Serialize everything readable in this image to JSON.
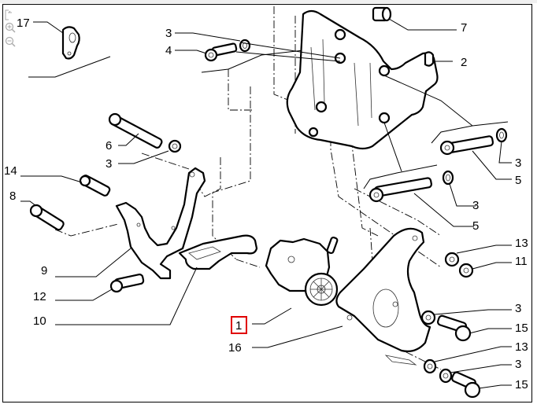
{
  "viewer": {
    "controls": [
      {
        "name": "fit-page-icon",
        "label": "fit"
      },
      {
        "name": "zoom-in-icon",
        "label": "+"
      },
      {
        "name": "zoom-out-icon",
        "label": "-"
      }
    ]
  },
  "diagram": {
    "title": "Power steering pump mounting – exploded parts diagram",
    "highlight_color": "#e00000",
    "highlighted_callout": "1",
    "callouts": [
      {
        "id": "c17",
        "text": "17"
      },
      {
        "id": "c3a",
        "text": "3"
      },
      {
        "id": "c4",
        "text": "4"
      },
      {
        "id": "c7",
        "text": "7"
      },
      {
        "id": "c2",
        "text": "2"
      },
      {
        "id": "c6",
        "text": "6"
      },
      {
        "id": "c3b",
        "text": "3"
      },
      {
        "id": "c14",
        "text": "14"
      },
      {
        "id": "c8",
        "text": "8"
      },
      {
        "id": "c3c",
        "text": "3"
      },
      {
        "id": "c5a",
        "text": "5"
      },
      {
        "id": "c3d",
        "text": "3"
      },
      {
        "id": "c5b",
        "text": "5"
      },
      {
        "id": "c13a",
        "text": "13"
      },
      {
        "id": "c11",
        "text": "11"
      },
      {
        "id": "c9",
        "text": "9"
      },
      {
        "id": "c12",
        "text": "12"
      },
      {
        "id": "c10",
        "text": "10"
      },
      {
        "id": "c1",
        "text": "1"
      },
      {
        "id": "c16",
        "text": "16"
      },
      {
        "id": "c3e",
        "text": "3"
      },
      {
        "id": "c15a",
        "text": "15"
      },
      {
        "id": "c13b",
        "text": "13"
      },
      {
        "id": "c3f",
        "text": "3"
      },
      {
        "id": "c15b",
        "text": "15"
      }
    ]
  }
}
